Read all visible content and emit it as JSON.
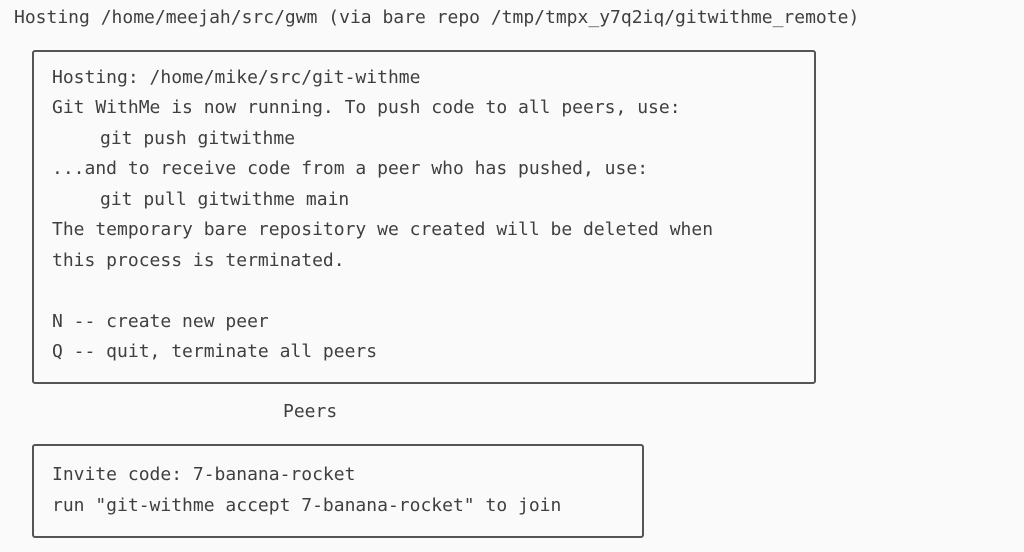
{
  "terminal": {
    "hosting_line": "Hosting /home/meejah/src/gwm (via bare repo /tmp/tmpx_y7q2iq/gitwithme_remote)"
  },
  "main_box": {
    "lines": [
      "Hosting: /home/mike/src/git-withme",
      "Git WithMe is now running. To push code to all peers, use:",
      "git push gitwithme",
      "...and to receive code from a peer who has pushed, use:",
      "git pull gitwithme main",
      "The temporary bare repository we created will be deleted when",
      "this process is terminated.",
      "",
      "N -- create new peer",
      "Q -- quit, terminate all peers"
    ]
  },
  "peers": {
    "title": "Peers",
    "lines": [
      "Invite code: 7-banana-rocket",
      "run \"git-withme accept 7-banana-rocket\" to join"
    ]
  }
}
